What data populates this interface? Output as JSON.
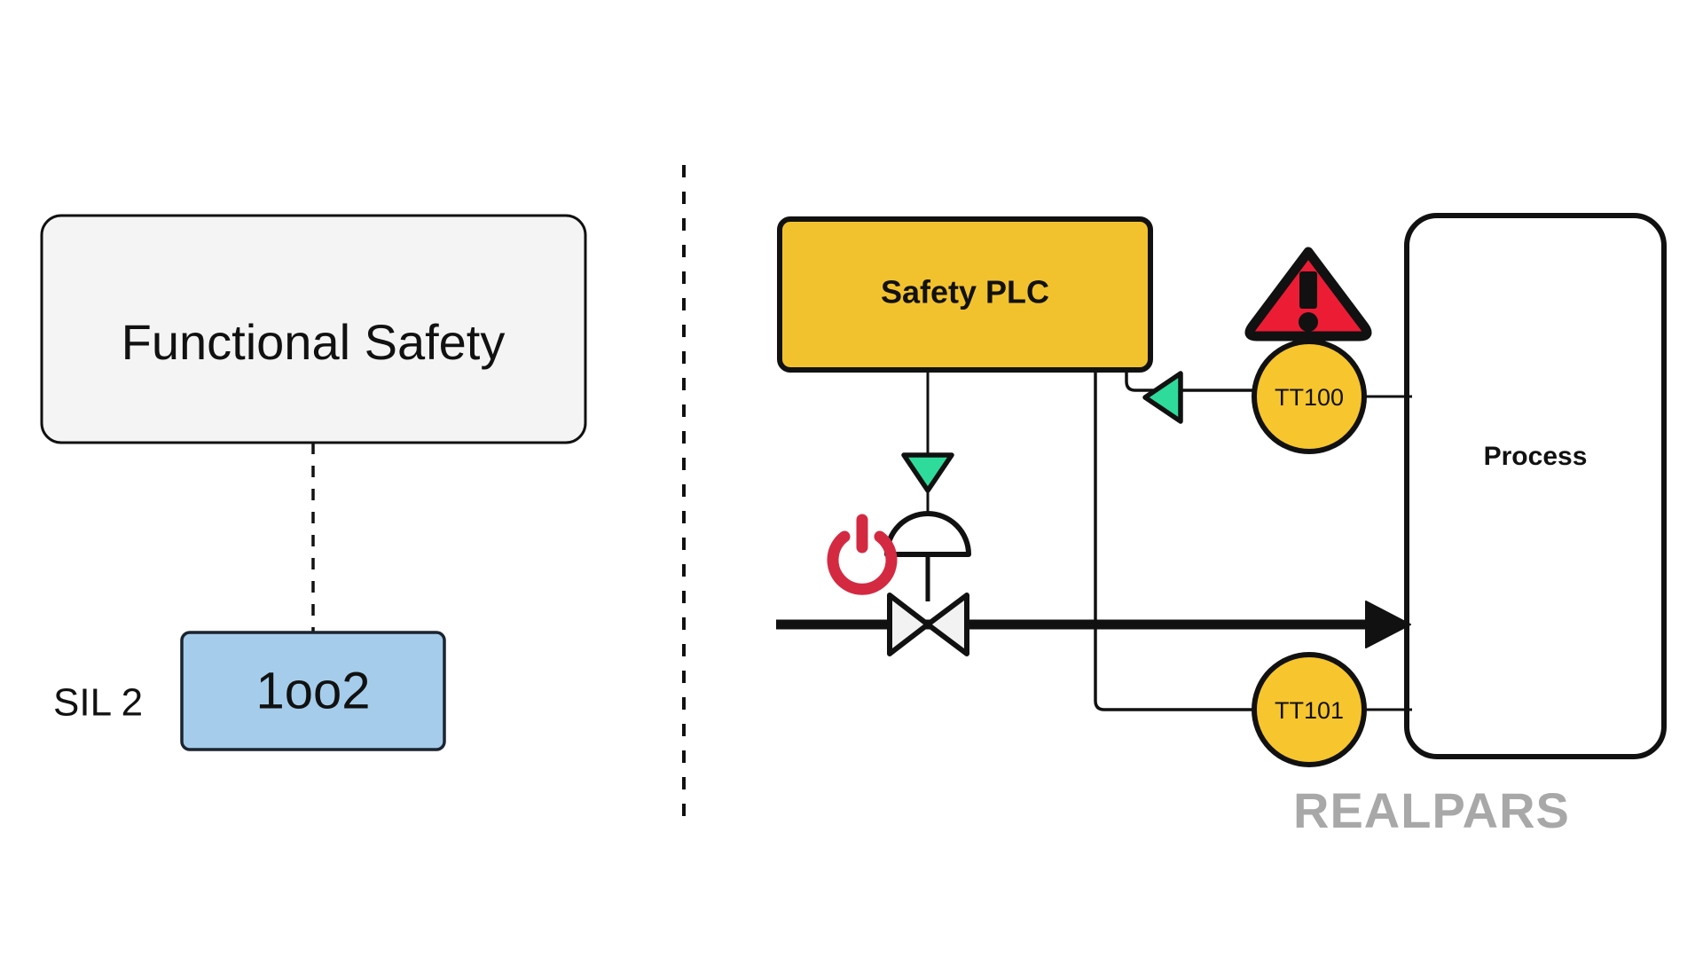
{
  "page": {
    "background_color": "#ffffff",
    "divider": {
      "name": "vertical-dashed-divider",
      "style": "dashed"
    }
  },
  "left_panel": {
    "concept_box": {
      "label": "Functional Safety",
      "fill_color": "#f4f4f4",
      "border_color": "#111111"
    },
    "connector": {
      "label": "",
      "style": "dashed"
    },
    "sil_label": "SIL 2",
    "architecture_box": {
      "label": "1oo2",
      "fill_color": "#a5cdeb",
      "border_color": "#1b2430"
    }
  },
  "right_panel": {
    "plc_box": {
      "label": "Safety PLC",
      "fill_color": "#f2c22e",
      "border_color": "#111111"
    },
    "process_box": {
      "label": "Process",
      "fill_color": "#ffffff",
      "border_color": "#111111"
    },
    "transmitters": [
      {
        "tag": "TT100",
        "fill_color": "#f7c52d",
        "border_color": "#111111"
      },
      {
        "tag": "TT101",
        "fill_color": "#f7c52d",
        "border_color": "#111111"
      }
    ],
    "warning_icon": {
      "name": "warning-triangle-icon",
      "fill_color": "#ec1c35",
      "glyph": "!"
    },
    "power_icon": {
      "name": "power-icon",
      "color": "#d32a42"
    },
    "signal_arrows": [
      {
        "name": "valve-signal-arrow",
        "direction": "down",
        "color": "#2edb9b"
      },
      {
        "name": "transmitter-signal-arrow",
        "direction": "left",
        "color": "#2edb9b"
      }
    ],
    "valve": {
      "name": "shutdown-valve",
      "type": "butterfly-valve-with-diaphragm-actuator",
      "fill_color": "#f2f2f2",
      "border_color": "#111111"
    },
    "process_pipe": {
      "name": "process-pipe-flow-line",
      "direction": "right",
      "color": "#111111"
    }
  },
  "watermark": {
    "logo_text": "REALPARS",
    "color": "#a8a8a8"
  }
}
